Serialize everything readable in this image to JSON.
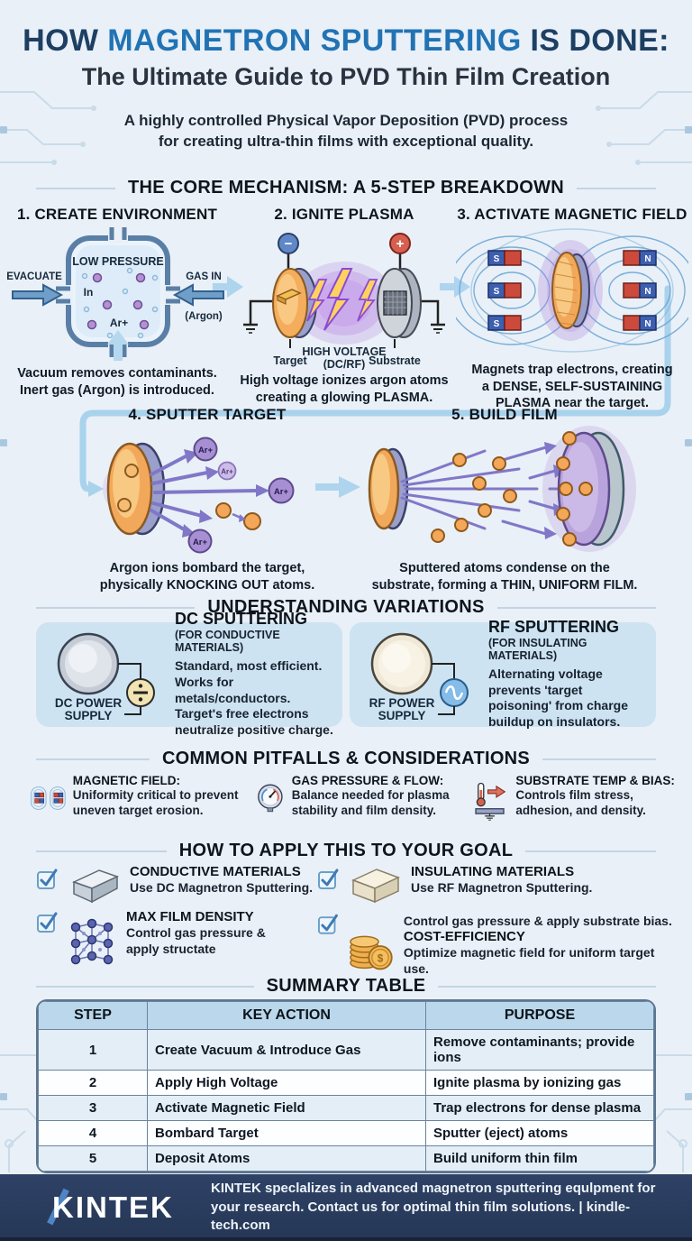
{
  "colors": {
    "accent_blue": "#2173b4",
    "navy_title": "#1d3f63",
    "card_bg": "#cde3f2",
    "table_header_bg": "#bad7eb",
    "table_row_alt_bg": "#e3eef7",
    "footer_bg": "#2b3e5f",
    "connector_blue": "#a9d2ec"
  },
  "header": {
    "title_pre": "HOW ",
    "title_accent": "MAGNETRON SPUTTERING",
    "title_post": " IS DONE:",
    "subtitle": "The Ultimate Guide to PVD Thin Film Creation",
    "intro": "A highly controlled Physical Vapor Deposition (PVD) process for creating ultra-thin films with exceptional quality."
  },
  "section_titles": {
    "core": "THE CORE MECHANISM: A 5-STEP BREAKDOWN",
    "variations": "UNDERSTANDING VARIATIONS",
    "pitfalls": "COMMON PITFALLS & CONSIDERATIONS",
    "apply": "HOW TO APPLY THIS TO YOUR GOAL",
    "summary": "SUMMARY TABLE"
  },
  "steps": [
    {
      "title": "1. CREATE ENVIRONMENT",
      "caption_pre": "Vacuum removes contaminants. Inert gas (Argon) is introduced.",
      "labels": {
        "low_pressure": "LOW PRESSURE",
        "evacuate": "EVACUATE",
        "gas_in": "GAS IN",
        "argon": "(Argon)",
        "in_label": "In",
        "ar_label": "Ar+"
      }
    },
    {
      "title": "2. IGNITE PLASMA",
      "caption_pre": "High voltage ionizes argon atoms creating a glowing ",
      "caption_bold": "PLASMA.",
      "labels": {
        "minus": "−",
        "plus": "+",
        "target": "Target",
        "high_voltage": "HIGH VOLTAGE",
        "dc_rf": "(DC/RF)",
        "substrate": "Substrate"
      }
    },
    {
      "title": "3. ACTIVATE MAGNETIC FIELD",
      "caption_pre": "Magnets trap electrons, creating a ",
      "caption_bold": "DENSE, SELF-SUSTAINING PLASMA",
      "caption_post": " near the target.",
      "labels": {
        "s": "S",
        "n": "N"
      }
    },
    {
      "title": "4. SPUTTER TARGET",
      "caption_pre": "Argon ions bombard the target, physically ",
      "caption_bold": "KNOCKING OUT",
      "caption_post": " atoms.",
      "labels": {
        "ion": "Ar+"
      }
    },
    {
      "title": "5. BUILD FILM",
      "caption_pre": "Sputtered atoms condense on the substrate, forming a ",
      "caption_bold": "THIN, UNIFORM FILM."
    }
  ],
  "variations": {
    "dc": {
      "title": "DC SPUTTERING",
      "subtitle": "(FOR CONDUCTIVE MATERIALS)",
      "body": "Standard, most efficient. Works for metals/conductors. Target's free electrons neutralize positive charge.",
      "supply_line1": "DC POWER",
      "supply_line2": "SUPPLY"
    },
    "rf": {
      "title": "RF SPUTTERING",
      "subtitle": "(FOR INSULATING MATERIALS)",
      "body": "Alternating voltage prevents 'target poisoning' from charge buildup on insulators.",
      "supply_line1": "RF POWER",
      "supply_line2": "SUPPLY"
    }
  },
  "pitfalls": [
    {
      "title": "MAGNETIC FIELD:",
      "body": "Uniformity critical to prevent uneven target erosion.",
      "icon": "magnet-coils-icon"
    },
    {
      "title": "GAS PRESSURE & FLOW:",
      "body": "Balance needed for plasma stability and film density.",
      "icon": "pressure-gauge-icon"
    },
    {
      "title": "SUBSTRATE TEMP & BIAS:",
      "body": "Controls film stress, adhesion, and density.",
      "icon": "thermometer-bias-icon"
    }
  ],
  "goals": [
    {
      "title": "CONDUCTIVE MATERIALS",
      "body": "Use DC Magnetron Sputtering.",
      "icon": "metal-ingot-icon"
    },
    {
      "title": "INSULATING MATERIALS",
      "body": "Use RF Magnetron Sputtering.",
      "icon": "insulator-block-icon"
    },
    {
      "title": "MAX FILM DENSITY",
      "body": "Control gas pressure & apply structate",
      "icon": "atomic-lattice-icon"
    },
    {
      "pre_line": "Control gas pressure & apply substrate bias.",
      "title": "COST-EFFICIENCY",
      "body": "Optimize magnetic field for uniform target use.",
      "icon": "coins-icon"
    }
  ],
  "summary_table": {
    "headers": [
      "STEP",
      "KEY ACTION",
      "PURPOSE"
    ],
    "rows": [
      [
        "1",
        "Create Vacuum & Introduce Gas",
        "Remove contaminants; provide ions"
      ],
      [
        "2",
        "Apply High Voltage",
        "Ignite plasma by ionizing gas"
      ],
      [
        "3",
        "Activate Magnetic Field",
        "Trap electrons for dense plasma"
      ],
      [
        "4",
        "Bombard Target",
        "Sputter (eject) atoms"
      ],
      [
        "5",
        "Deposit Atoms",
        "Build uniform thin film"
      ]
    ]
  },
  "footer": {
    "brand": "KINTEK",
    "text": "KINTEK speclalizes in advanced magnetron sputtering equlpment for your research. Contact us for optimal thin film solutions. | kindle-tech.com"
  }
}
